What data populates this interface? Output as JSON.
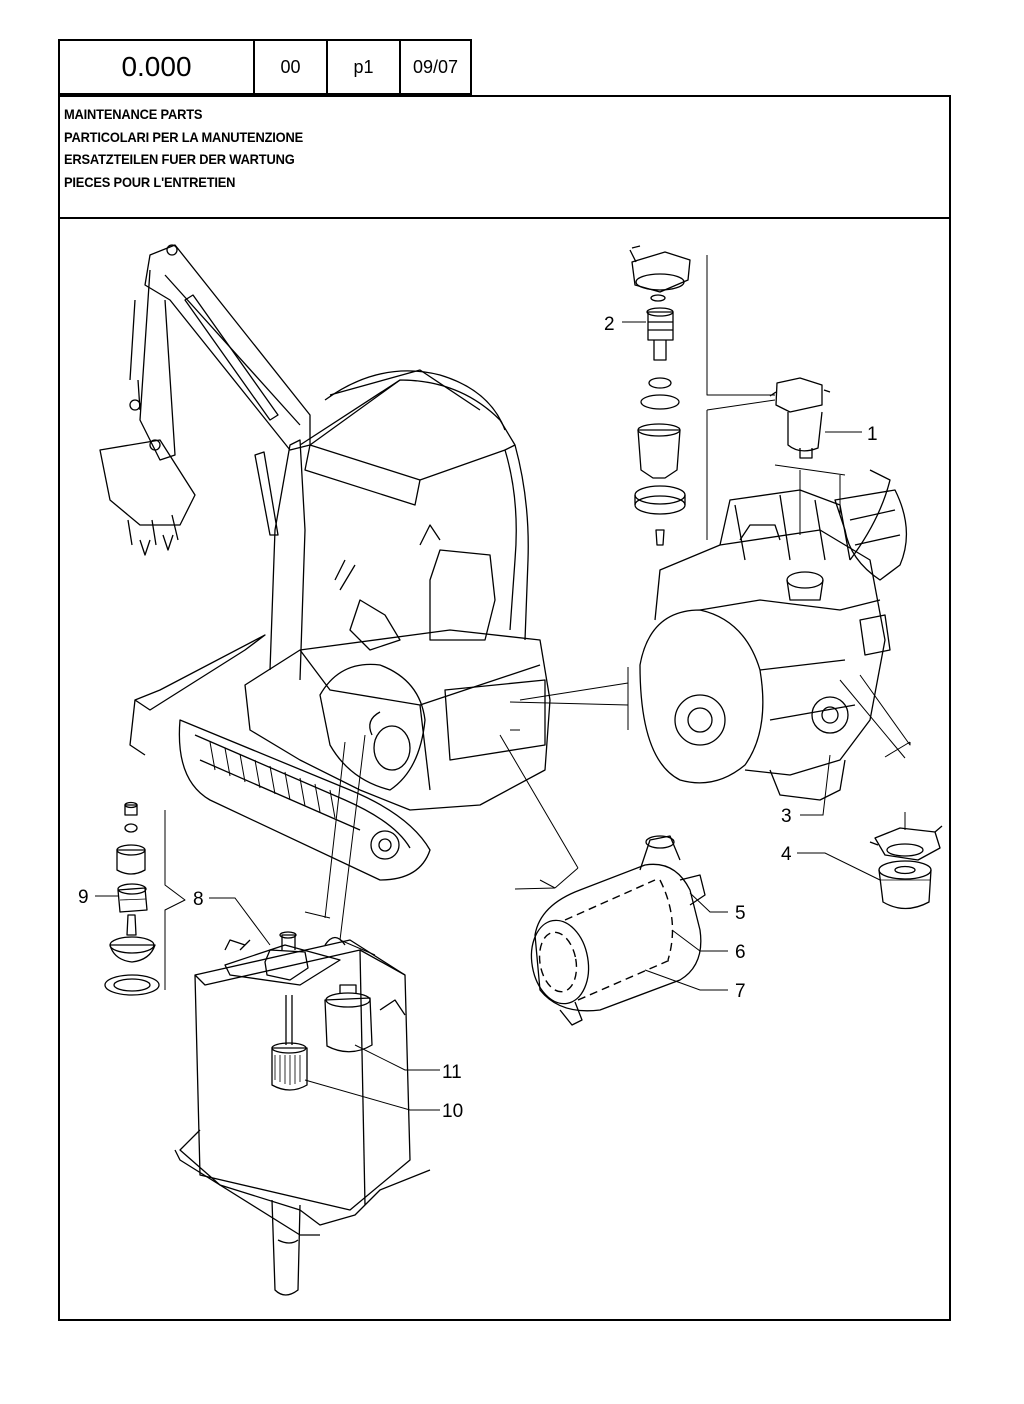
{
  "header": {
    "code": "0.000",
    "version": "00",
    "page": "p1",
    "date": "09/07"
  },
  "title": {
    "line_en": "MAINTENANCE PARTS",
    "line_it": "PARTICOLARI PER LA MANUTENZIONE",
    "line_de": "ERSATZTEILEN FUER DER WARTUNG",
    "line_fr": "PIECES POUR L'ENTRETIEN"
  },
  "callouts": {
    "c1": "1",
    "c2": "2",
    "c3": "3",
    "c4": "4",
    "c5": "5",
    "c6": "6",
    "c7": "7",
    "c8": "8",
    "c9": "9",
    "c10": "10",
    "c11": "11"
  }
}
